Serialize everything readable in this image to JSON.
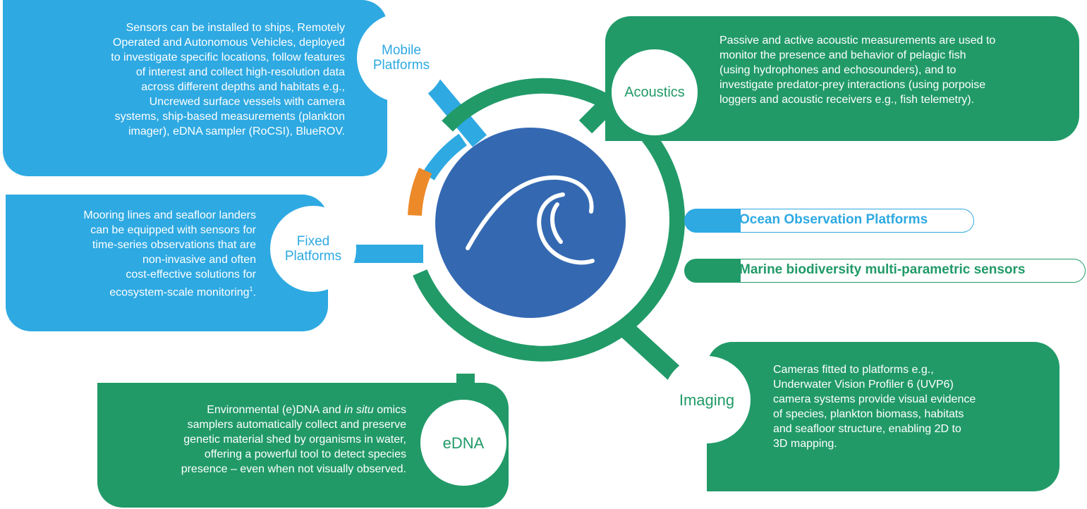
{
  "colors": {
    "blue": "#2ea9e2",
    "green": "#219a68",
    "orange": "#ec8a2a",
    "hub": "#3469b2"
  },
  "hub": {
    "icon": "wave-icon"
  },
  "mobile": {
    "title": [
      "Mobile",
      "Platforms"
    ],
    "lines": [
      "Sensors can be installed to ships, Remotely",
      "Operated and Autonomous Vehicles, deployed",
      "to investigate specific locations, follow features",
      "of interest and collect high-resolution data",
      "across different depths and habitats e.g.,",
      "Uncrewed surface vessels with camera",
      "systems, ship-based measurements (plankton",
      "imager), eDNA sampler (RoCSI), BlueROV."
    ]
  },
  "fixed": {
    "title": [
      "Fixed",
      "Platforms"
    ],
    "lines": [
      "Mooring lines and seafloor landers",
      "can be equipped with sensors for",
      "time-series observations that are",
      "non-invasive and often",
      "cost-effective solutions for"
    ],
    "last_line": "ecosystem-scale monitoring",
    "footnote": "1",
    "last_line_end": "."
  },
  "acoustics": {
    "title": "Acoustics",
    "lines": [
      "Passive and active acoustic measurements are used to",
      "monitor the presence and behavior of pelagic fish",
      "(using hydrophones and echosounders), and to",
      "investigate predator-prey interactions (using porpoise",
      "loggers and acoustic receivers e.g., fish telemetry)."
    ]
  },
  "imaging": {
    "title": "Imaging",
    "lines": [
      "Cameras fitted to platforms e.g.,",
      "Underwater Vision Profiler 6 (UVP6)",
      "camera systems provide visual evidence",
      "of species, plankton biomass, habitats",
      "and seafloor structure, enabling 2D to",
      "3D mapping."
    ]
  },
  "edna": {
    "title": "eDNA",
    "line1_pre": "Environmental (e)DNA and ",
    "line1_italic": "in situ",
    "line1_post": " omics",
    "lines": [
      "samplers automatically collect and preserve",
      "genetic material shed by organisms in water,",
      "offering a powerful tool to detect species",
      "presence – even when not visually observed."
    ]
  },
  "legend": {
    "platforms": "Ocean Observation Platforms",
    "sensors": "Marine biodiversity multi-parametric sensors"
  }
}
